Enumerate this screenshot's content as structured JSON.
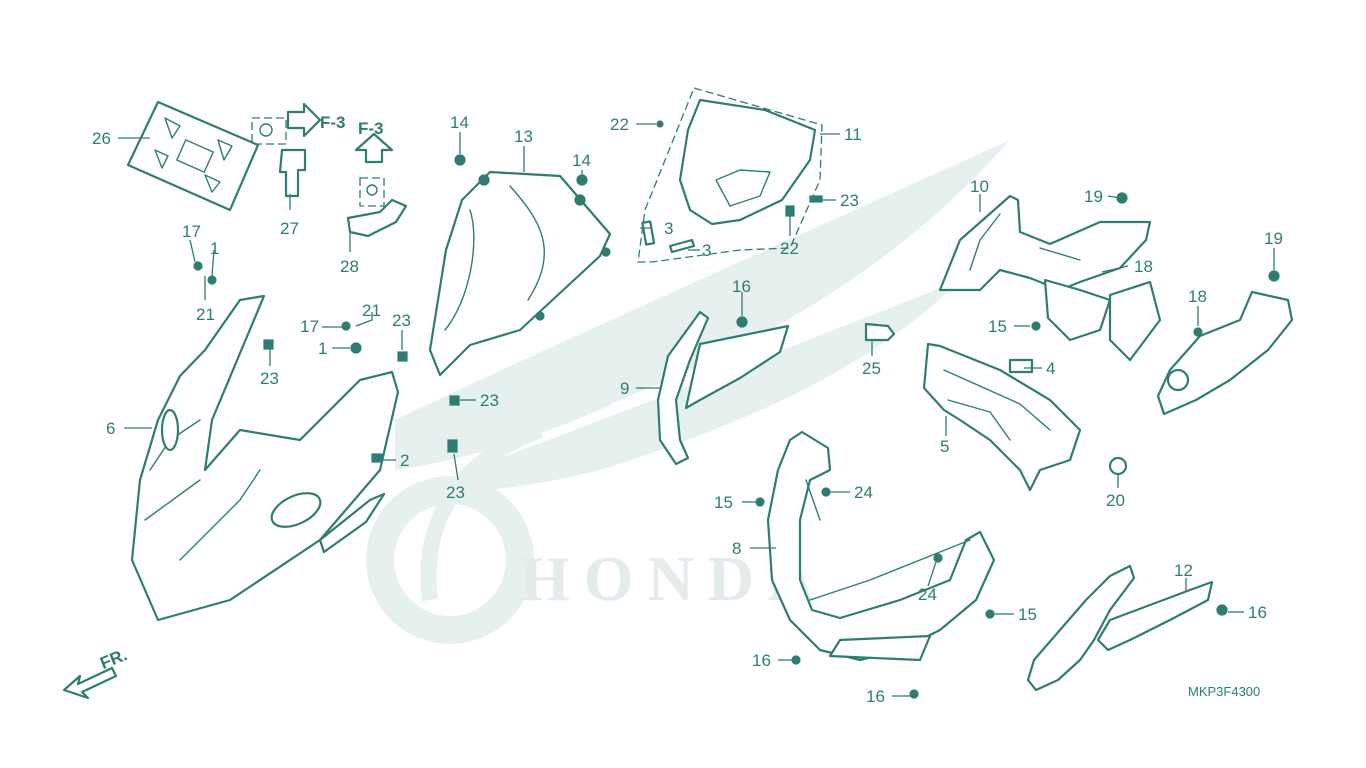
{
  "diagram": {
    "code": "MKP3F4300",
    "front_indicator": "FR.",
    "ref_labels": [
      "F-3",
      "F-3"
    ],
    "watermark": "HONDA",
    "callouts": [
      "1",
      "1",
      "2",
      "3",
      "3",
      "4",
      "5",
      "6",
      "8",
      "9",
      "10",
      "11",
      "12",
      "13",
      "14",
      "14",
      "15",
      "15",
      "15",
      "16",
      "16",
      "16",
      "16",
      "17",
      "17",
      "18",
      "18",
      "19",
      "19",
      "20",
      "21",
      "21",
      "22",
      "22",
      "23",
      "23",
      "23",
      "23",
      "23",
      "24",
      "24",
      "25",
      "26",
      "27",
      "28"
    ]
  },
  "colors": {
    "line": "#2f7d72",
    "watermark": "#e6f0ee",
    "background": "#ffffff"
  }
}
